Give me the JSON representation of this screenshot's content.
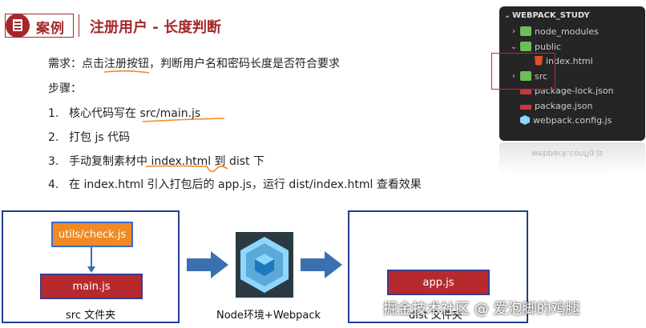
{
  "header": {
    "case_label": "案例",
    "title": "注册用户 - 长度判断"
  },
  "requirements": {
    "need": "需求：点击注册按钮，判断用户名和密码长度是否符合要求",
    "steps_label": "步骤：",
    "steps": [
      {
        "num": "1.",
        "text": "核心代码写在 src/main.js"
      },
      {
        "num": "2.",
        "text": "打包 js 代码"
      },
      {
        "num": "3.",
        "text": "手动复制素材中 index.html 到 dist 下"
      },
      {
        "num": "4.",
        "text": "在 index.html 引入打包后的 app.js，运行 dist/index.html 查看效果"
      }
    ]
  },
  "explorer": {
    "title": "WEBPACK_STUDY",
    "items": [
      {
        "label": "node_modules",
        "chevron": "›",
        "icon": "folder-green-icon"
      },
      {
        "label": "public",
        "chevron": "⌄",
        "icon": "folder-green-icon"
      },
      {
        "label": "index.html",
        "chevron": "",
        "icon": "html5-icon"
      },
      {
        "label": "src",
        "chevron": "›",
        "icon": "folder-green-icon"
      },
      {
        "label": "package-lock.json",
        "chevron": "",
        "icon": "json-icon"
      },
      {
        "label": "package.json",
        "chevron": "",
        "icon": "json-icon"
      },
      {
        "label": "webpack.config.js",
        "chevron": "",
        "icon": "webpack-icon"
      }
    ],
    "reflection_text": "webpack.config.js"
  },
  "diagram": {
    "src_box": {
      "check": "utils/check.js",
      "main": "main.js",
      "caption": "src 文件夹"
    },
    "tool_caption": "Node环境+Webpack",
    "dist_box": {
      "app": "app.js",
      "caption": "dist 文件夹"
    },
    "colors": {
      "frame": "#1e3f8f",
      "orange": "#f08a24",
      "red": "#b62a2e",
      "arrow": "#3a6fb0"
    }
  },
  "watermark": "掘金技术社区 @ 爱泡脚的鸡腿"
}
